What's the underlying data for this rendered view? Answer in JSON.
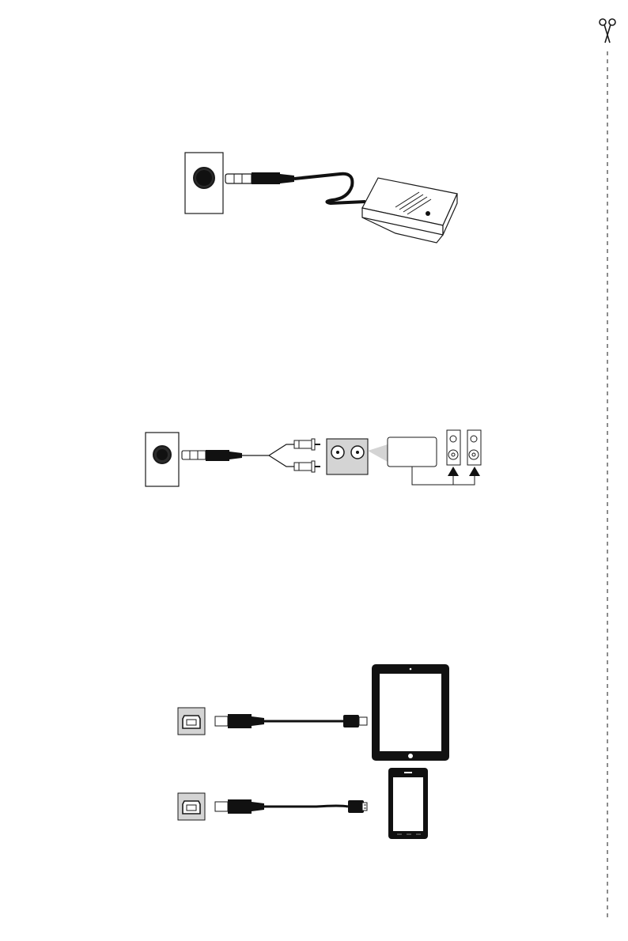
{
  "page": {
    "background": "#ffffff",
    "line_color": "#1a1a1a",
    "cut_line": {
      "style": "dashed",
      "icon": "scissors-icon"
    }
  },
  "figures": [
    {
      "name": "sustain-pedal-connection",
      "parts": [
        "jack-socket-icon",
        "quarter-inch-plug-icon",
        "coiled-cable",
        "sustain-pedal-icon"
      ]
    },
    {
      "name": "audio-output-connection",
      "parts": [
        "jack-socket-icon",
        "stereo-plug-icon",
        "y-splitter-cable",
        "rca-plug-icon",
        "rca-input-panel-icon",
        "amplifier-icon",
        "speaker-icon"
      ]
    },
    {
      "name": "usb-device-connection",
      "parts": [
        "usb-b-port-icon",
        "usb-b-plug-icon",
        "usb-cable",
        "lightning-plug-icon",
        "tablet-icon",
        "micro-usb-plug-icon",
        "smartphone-icon"
      ]
    }
  ],
  "colors": {
    "panel_gray": "#d4d4d4",
    "plug_black": "#111111",
    "socket_dark": "#2b2b2b"
  }
}
